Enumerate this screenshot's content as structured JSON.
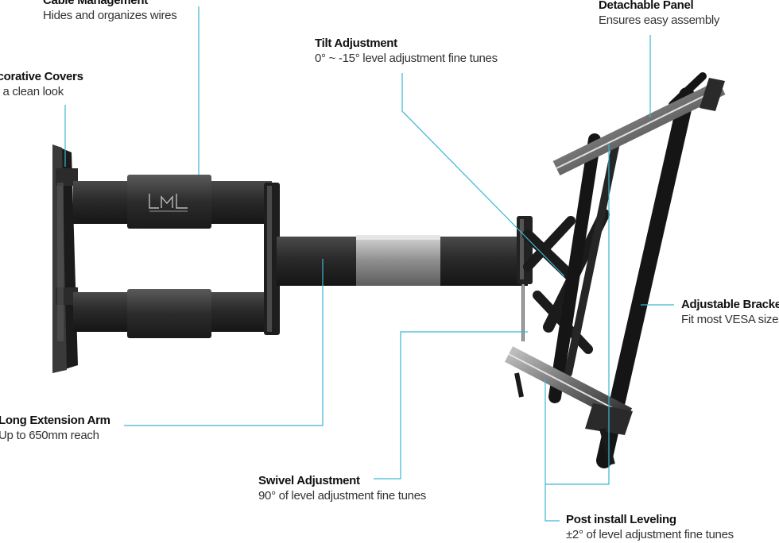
{
  "callouts": {
    "cable_management": {
      "title": "Cable Management",
      "desc": "Hides and organizes wires"
    },
    "decorative_covers": {
      "title": "Decorative Covers",
      "desc": "For a clean look"
    },
    "tilt_adjustment": {
      "title": "Tilt Adjustment",
      "desc": "0° ~ -15° level adjustment fine tunes"
    },
    "detachable_panel": {
      "title": "Detachable Panel",
      "desc": "Ensures easy assembly"
    },
    "adjustable_bracket": {
      "title": "Adjustable Bracket",
      "desc": "Fit most VESA sizes"
    },
    "long_extension_arm": {
      "title": "Long Extension Arm",
      "desc": "Up to 650mm reach"
    },
    "swivel_adjustment": {
      "title": "Swivel Adjustment",
      "desc": "90° of level adjustment fine tunes"
    },
    "post_install_leveling": {
      "title": "Post install Leveling",
      "desc": "±2° of level adjustment fine tunes"
    }
  },
  "colors": {
    "leader_line": "#3bb6d4",
    "metal_dark": "#1d1d1d",
    "metal_mid": "#3a3a3a",
    "steel": "#9a9a9a"
  },
  "logo": {
    "mark": "LML"
  }
}
